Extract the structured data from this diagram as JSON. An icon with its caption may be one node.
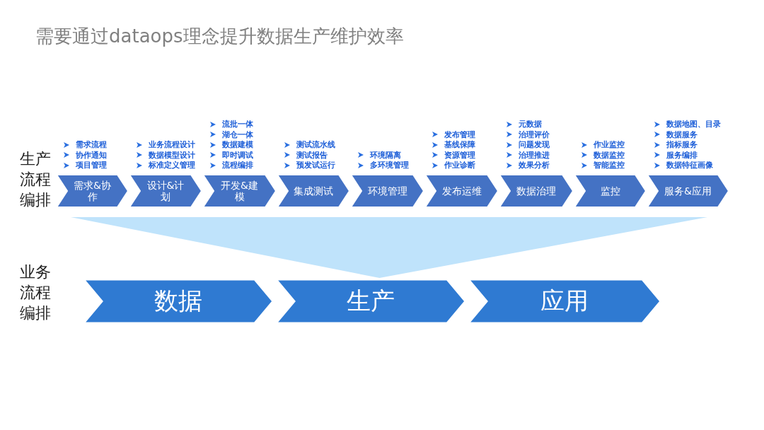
{
  "diagram": {
    "title": "需要通过dataops理念提升数据生产维护效率",
    "nodes": [
      {
        "text": [
          "需求&协作"
        ],
        "beside": [
          "需求流程",
          "协作通知",
          "项目管理"
        ]
      },
      {
        "text": [
          "设计&计划"
        ],
        "beside": [
          "业务流程设计",
          "数据模型设计",
          "标准定义管理"
        ]
      },
      {
        "text": [
          "开发&建模"
        ],
        "beside": [
          "流批一体",
          "湖仓一体",
          "数据建模",
          "即时调试",
          "流程编排"
        ]
      },
      {
        "text": [
          "集成测试"
        ],
        "beside": [
          "测试流水线",
          "测试报告",
          "预发试运行"
        ]
      },
      {
        "text": [
          "环境管理"
        ],
        "beside": [
          "环境隔离",
          "多环境管理"
        ]
      },
      {
        "text": [
          "发布运维"
        ],
        "beside": [
          "发布管理",
          "基线保障",
          "资源管理",
          "作业诊断"
        ]
      },
      {
        "text": [
          "数据治理"
        ],
        "beside": [
          "元数据",
          "治理评价",
          "问题发现",
          "治理推进",
          "效果分析"
        ]
      },
      {
        "text": [
          "监控"
        ],
        "beside": [
          "作业监控",
          "数据监控",
          "智能监控"
        ]
      },
      {
        "text": [
          "服务&应用"
        ],
        "beside": [
          "数据地图、目录",
          "数据服务",
          "指标服务",
          "服务编排",
          "数据特征画像"
        ]
      },
      {
        "text": [
          "数据"
        ]
      },
      {
        "text": [
          "生产"
        ]
      },
      {
        "text": [
          "应用"
        ]
      },
      {
        "text": [],
        "shape": "triangle"
      }
    ],
    "labels": [
      "生产流程编排",
      "业务流程编排"
    ]
  }
}
